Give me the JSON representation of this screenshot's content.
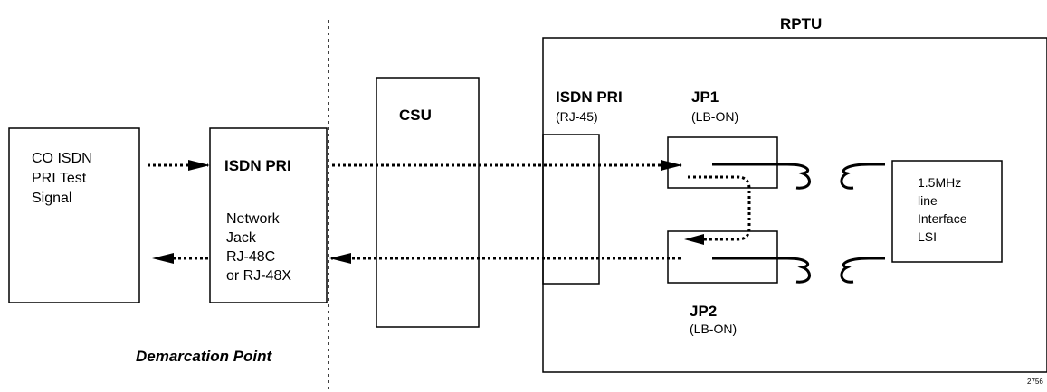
{
  "labels": {
    "rptu": "RPTU",
    "csu": "CSU",
    "isdn_pri_rj45_title": "ISDN PRI",
    "isdn_pri_rj45_sub": "(RJ-45)",
    "jp1_title": "JP1",
    "jp1_sub": "(LB-ON)",
    "jp2_title": "JP2",
    "jp2_sub": "(LB-ON)",
    "co_line1": "CO ISDN",
    "co_line2": "PRI Test",
    "co_line3": "Signal",
    "network_title": "ISDN PRI",
    "network_line1": "Network",
    "network_line2": "Jack",
    "network_line3": "RJ-48C",
    "network_line4": "or RJ-48X",
    "lsi_line1": "1.5MHz",
    "lsi_line2": "line",
    "lsi_line3": "Interface",
    "lsi_line4": "LSI",
    "demarcation": "Demarcation Point",
    "figure_number": "2756"
  }
}
